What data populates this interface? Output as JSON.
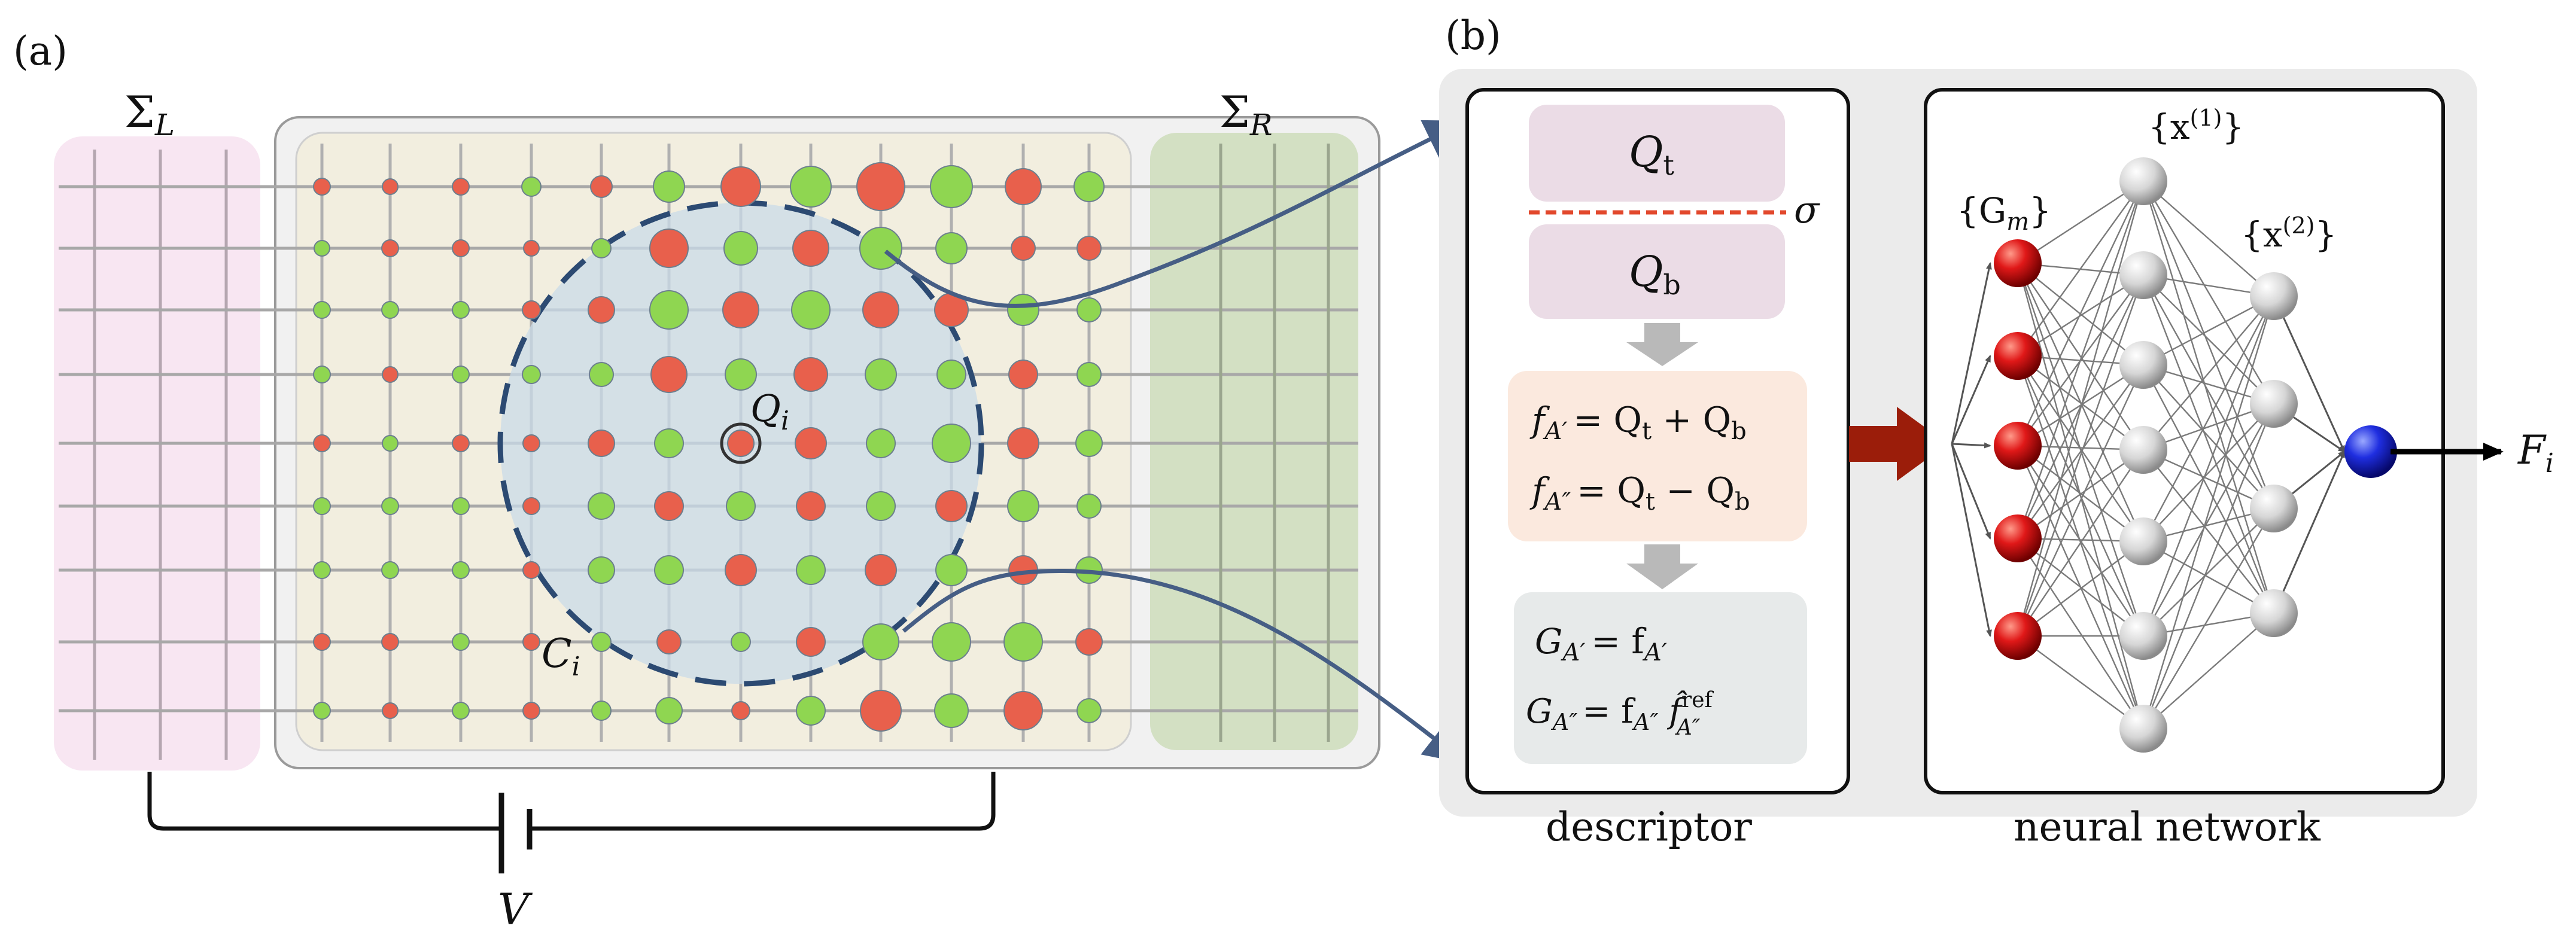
{
  "panel_a": {
    "label": "(a)",
    "sigma_L": {
      "base": "Σ",
      "sub": "L"
    },
    "sigma_R": {
      "base": "Σ",
      "sub": "R"
    },
    "site_label": {
      "base": "Q",
      "sub": "i"
    },
    "cutoff_label": {
      "base": "C",
      "sub": "i"
    },
    "voltage": "V"
  },
  "panel_b": {
    "label": "(b)",
    "sigma": "σ",
    "q_top": {
      "base": "Q",
      "sub": "t"
    },
    "q_bottom": {
      "base": "Q",
      "sub": "b"
    },
    "f_box": {
      "line1": {
        "f": "f",
        "sub": "A′",
        "rhs": "= Q",
        "rsub1": "t",
        "op": " + Q",
        "rsub2": "b"
      },
      "line2": {
        "f": "f",
        "sub": "A″",
        "rhs": "= Q",
        "rsub1": "t",
        "op": " − Q",
        "rsub2": "b"
      }
    },
    "g_box": {
      "line1": {
        "g": "G",
        "sub": "A′",
        "rhs": "= f",
        "rsub": "A′"
      },
      "line2": {
        "g": "G",
        "sub": "A″",
        "rhs": "= f",
        "rsub": "A″",
        "extra": " f̂",
        "sup": "ref",
        "esub": "A″"
      }
    },
    "descriptor_caption": "descriptor",
    "nn_caption": "neural network",
    "gm_label": "{G",
    "gm_sub": "m",
    "gm_close": "}",
    "x1_label": "{x",
    "x1_sup": "(1)",
    "x1_close": "}",
    "x2_label": "{x",
    "x2_sup": "(2)",
    "x2_close": "}",
    "output": {
      "base": "F",
      "sub": "i"
    }
  },
  "colors": {
    "red_site": "#e8604c",
    "green_site": "#8fd651",
    "lead_left": "#f8e6f2",
    "lead_right": "#d3e0c3",
    "central": "#f2eedf",
    "cutoff": "#d9e5ec",
    "arrow_blue": "#465e85",
    "big_arrow": "#9b1d0a",
    "q_box": "#ebdce6",
    "f_box": "#fbe9de",
    "g_box": "#e7eaea",
    "panel_bg": "#ebebeb"
  }
}
